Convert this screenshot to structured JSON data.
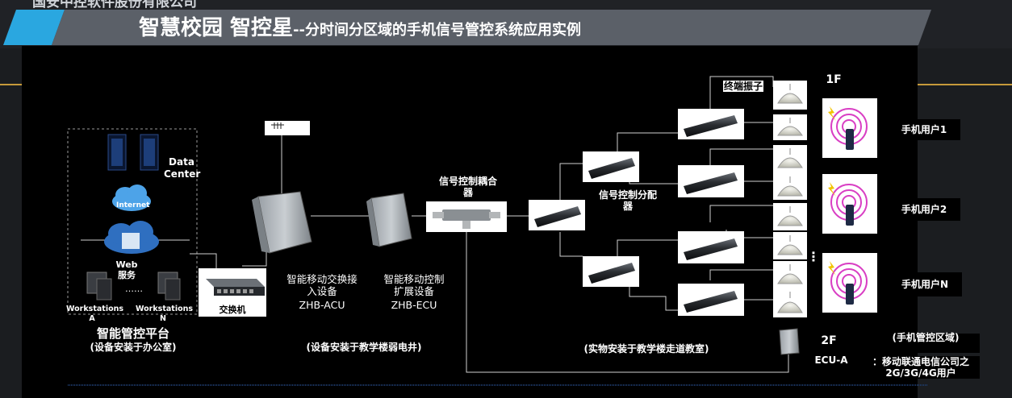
{
  "header": {
    "cut_title": "国安中控软件股份有限公司",
    "title_main": "智慧校园 智控星",
    "title_sub": "--分时间分区域的手机信号管控系统应用实例"
  },
  "platform": {
    "data_center_label": "Data Center",
    "internet_label": "Internet",
    "web_service_label": "Web服务",
    "workstation_a_label": "Workstations A",
    "workstation_n_label": "Workstations N",
    "dots": "……",
    "title": "智能管控平台",
    "subtitle": "(设备安装于办公室)"
  },
  "devices": {
    "switch_label": "交换机",
    "acu_label": "智能移动交换接入设备",
    "acu_model": "ZHB-ACU",
    "ecu_label": "智能移动控制扩展设备",
    "ecu_model": "ZHB-ECU",
    "coupler_label": "信号控制耦合器",
    "splitter_label": "信号控制分配器",
    "antenna_label": "终端振子",
    "ecu_a_label": "ECU-A"
  },
  "notes": {
    "shaft_install": "(设备安装于教学楼弱电井)",
    "corridor_install": "(实物安装于教学楼走道教室)",
    "control_area": "(手机管控区域)",
    "users_note": "：移动联通电信公司之2G/3G/4G用户",
    "ellipsis": "⋮"
  },
  "floors": {
    "f1": "1F",
    "f2": "2F"
  },
  "users": [
    "手机用户1",
    "手机用户2",
    "手机用户N"
  ],
  "colors": {
    "accent_blue": "#2aa7e0",
    "banner_gray": "#5b6068",
    "gold_line": "#c69a3a",
    "wave_pink": "#d93fc4",
    "lightning_yellow": "#f2c300"
  }
}
